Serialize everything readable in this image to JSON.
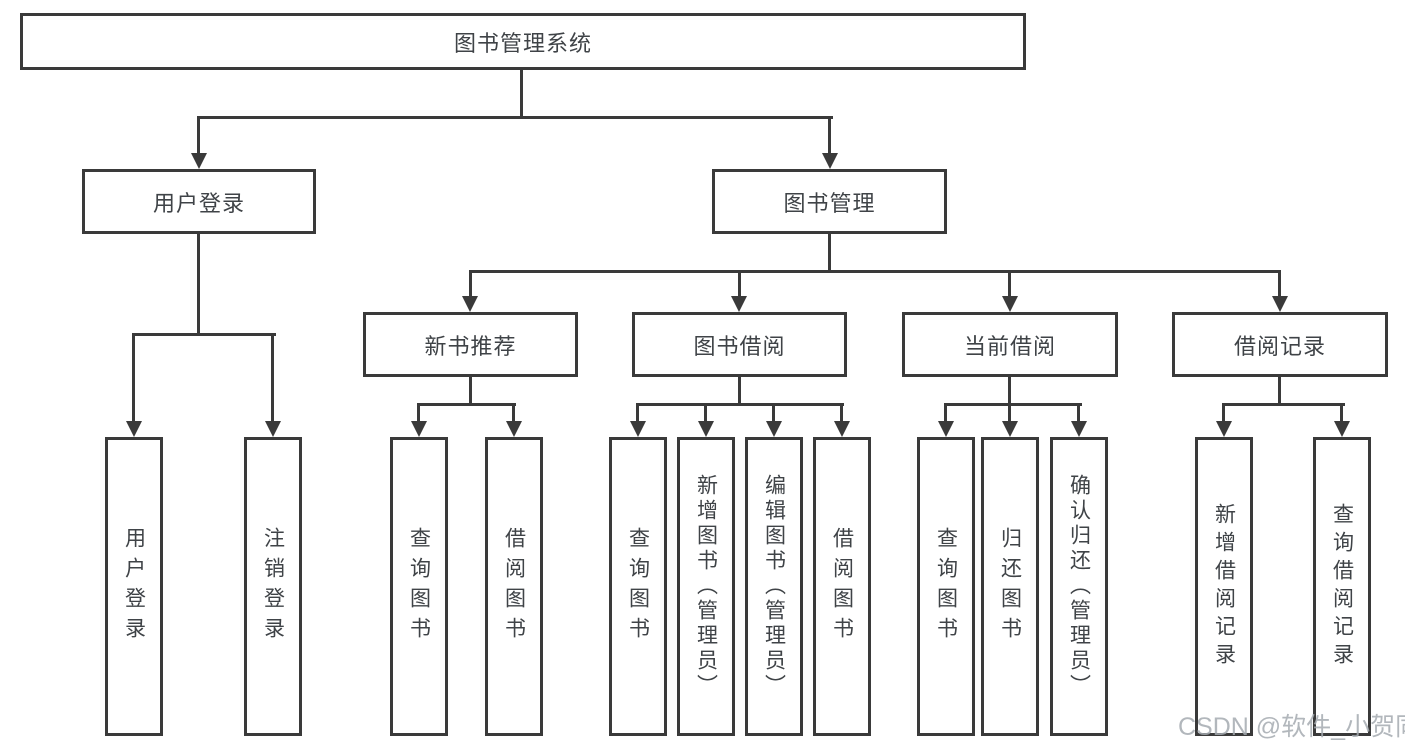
{
  "diagram": {
    "title": "图书管理系统",
    "root": "图书管理系统",
    "children": [
      {
        "label": "用户登录",
        "children": [
          "用户登录",
          "注销登录"
        ]
      },
      {
        "label": "图书管理",
        "children": [
          {
            "label": "新书推荐",
            "children": [
              "查询图书",
              "借阅图书"
            ]
          },
          {
            "label": "图书借阅",
            "children": [
              "查询图书",
              "新增图书（管理员）",
              "编辑图书（管理员）",
              "借阅图书"
            ]
          },
          {
            "label": "当前借阅",
            "children": [
              "查询图书",
              "归还图书",
              "确认归还（管理员）"
            ]
          },
          {
            "label": "借阅记录",
            "children": [
              "新增借阅记录",
              "查询借阅记录"
            ]
          }
        ]
      }
    ]
  },
  "watermark": "CSDN @软件_小贺同学",
  "colors": {
    "line": "#3a3a3a",
    "text": "#3f4347",
    "background": "#ffffff",
    "watermark": "#a5aab0"
  }
}
